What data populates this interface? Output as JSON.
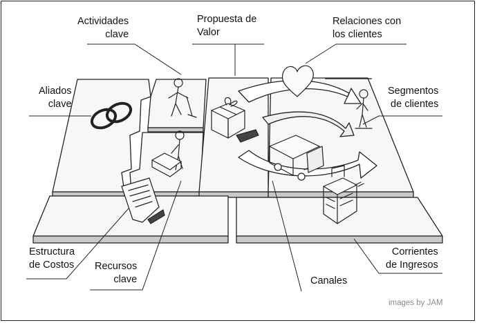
{
  "diagram": {
    "labels": {
      "actividades_clave": [
        "Actividades",
        "clave"
      ],
      "propuesta_de_valor": [
        "Propuesta de",
        "Valor"
      ],
      "relaciones_con_clientes": [
        "Relaciones con",
        "los clientes"
      ],
      "aliados_clave": [
        "Aliados",
        "clave"
      ],
      "segmentos_de_clientes": [
        "Segmentos",
        "de clientes"
      ],
      "estructura_de_costos": [
        "Estructura",
        "de Costos"
      ],
      "recursos_clave": [
        "Recursos",
        "clave"
      ],
      "canales": [
        "Canales"
      ],
      "corrientes_de_ingresos": [
        "Corrientes",
        "de Ingresos"
      ]
    },
    "credit": "images by JAM",
    "colors": {
      "ink": "#222222",
      "tile_top": "#f7f7f7",
      "tile_side": "#c9c9c9",
      "background": "#ffffff"
    }
  }
}
